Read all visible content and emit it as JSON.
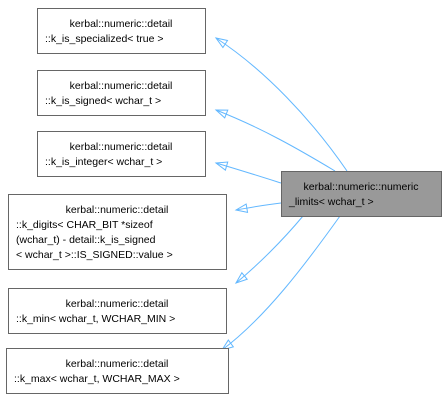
{
  "colors": {
    "edge": "#63b8ff",
    "node_border": "#666666",
    "node_fill": "#ffffff",
    "highlight_fill": "#999999",
    "highlight_border": "#666666"
  },
  "nodes": [
    {
      "id": "k-is-specialized",
      "lines": [
        "kerbal::numeric::detail",
        "::k_is_specialized< true >"
      ]
    },
    {
      "id": "k-is-signed",
      "lines": [
        "kerbal::numeric::detail",
        "::k_is_signed< wchar_t >"
      ]
    },
    {
      "id": "k-is-integer",
      "lines": [
        "kerbal::numeric::detail",
        "::k_is_integer< wchar_t >"
      ]
    },
    {
      "id": "k-digits",
      "lines": [
        "kerbal::numeric::detail",
        "::k_digits< CHAR_BIT *sizeof",
        "(wchar_t) - detail::k_is_signed",
        "< wchar_t >::IS_SIGNED::value >"
      ]
    },
    {
      "id": "k-min",
      "lines": [
        "kerbal::numeric::detail",
        "::k_min< wchar_t, WCHAR_MIN >"
      ]
    },
    {
      "id": "k-max",
      "lines": [
        "kerbal::numeric::detail",
        "::k_max< wchar_t, WCHAR_MAX >"
      ]
    },
    {
      "id": "numeric-limits",
      "lines": [
        "kerbal::numeric::numeric",
        "_limits< wchar_t >"
      ],
      "highlight": true
    }
  ],
  "edges": [
    {
      "from": "numeric-limits",
      "to": "k-is-specialized"
    },
    {
      "from": "numeric-limits",
      "to": "k-is-signed"
    },
    {
      "from": "numeric-limits",
      "to": "k-is-integer"
    },
    {
      "from": "numeric-limits",
      "to": "k-digits"
    },
    {
      "from": "numeric-limits",
      "to": "k-min"
    },
    {
      "from": "numeric-limits",
      "to": "k-max"
    }
  ]
}
